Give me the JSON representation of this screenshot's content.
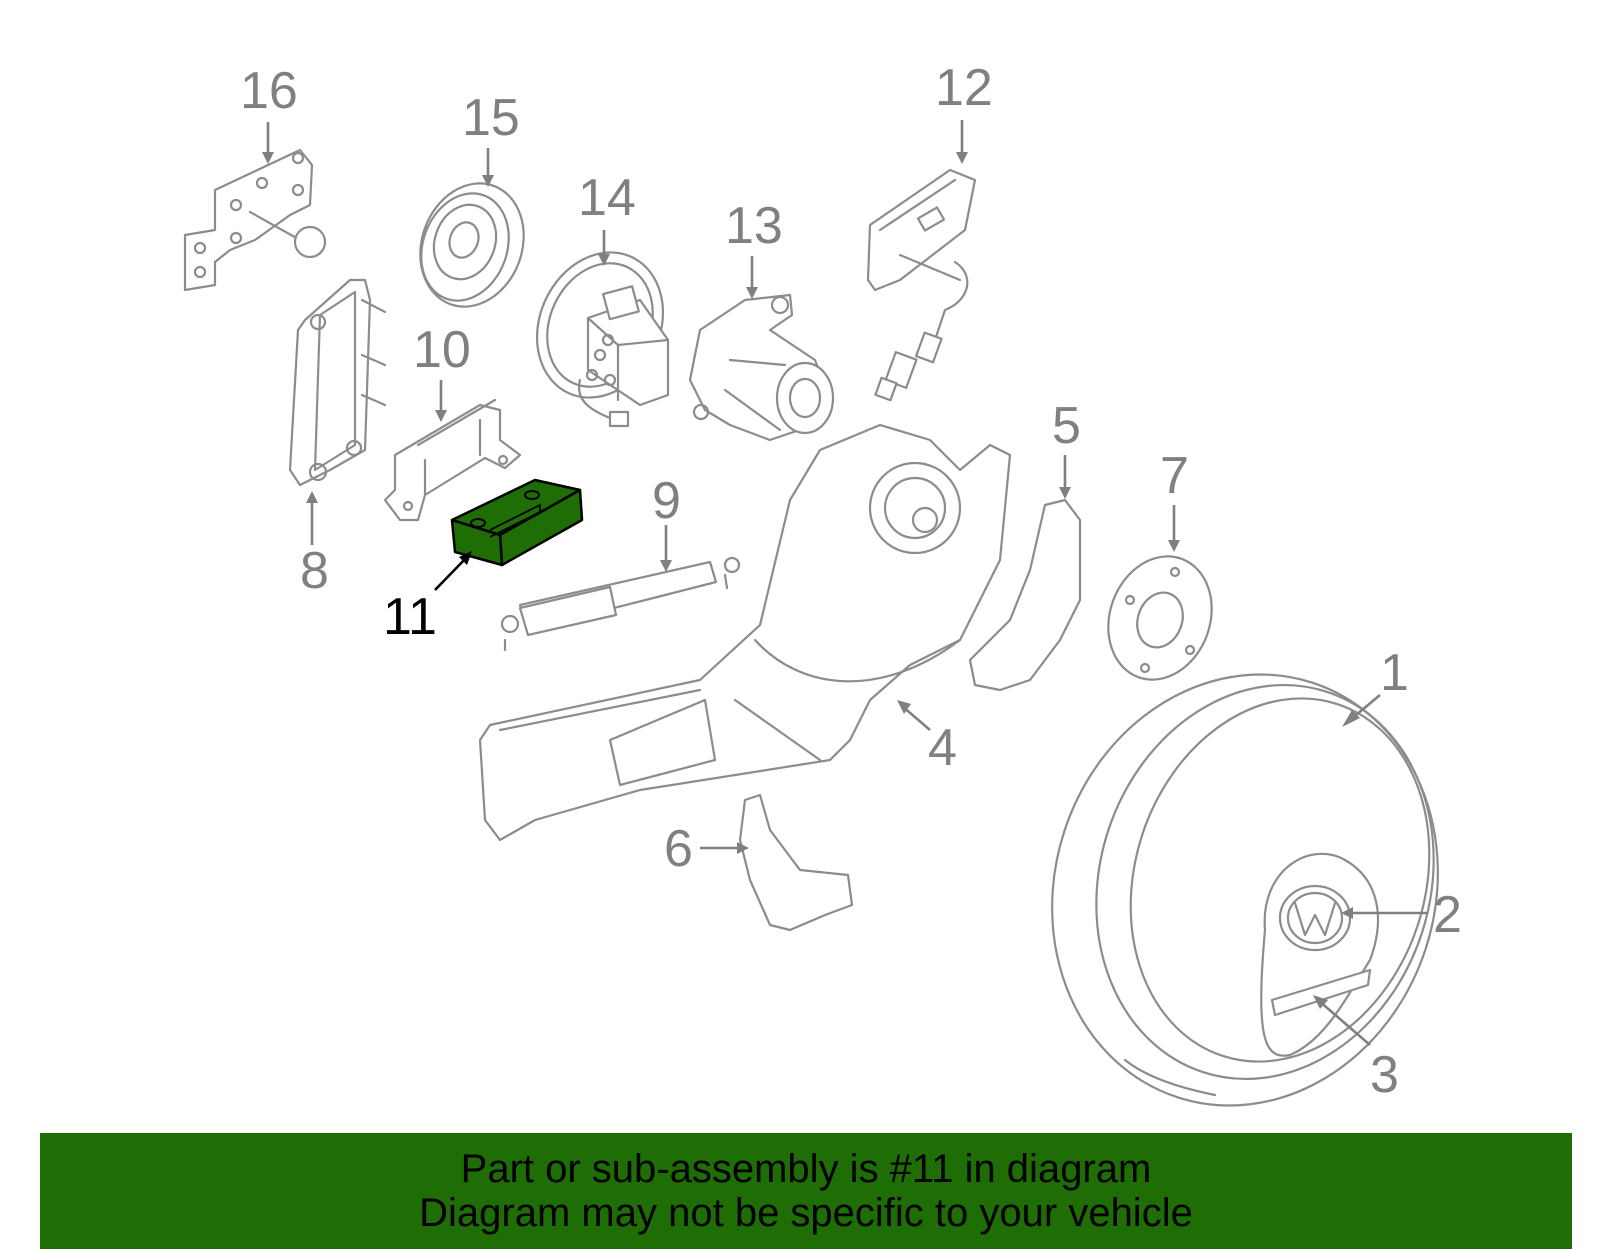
{
  "diagram": {
    "highlighted_part": "11",
    "highlight_color": "#1f6d05",
    "line_color": "#8c8c8c",
    "callouts": [
      {
        "id": "c1",
        "label": "1"
      },
      {
        "id": "c2",
        "label": "2"
      },
      {
        "id": "c3",
        "label": "3"
      },
      {
        "id": "c4",
        "label": "4"
      },
      {
        "id": "c5",
        "label": "5"
      },
      {
        "id": "c6",
        "label": "6"
      },
      {
        "id": "c7",
        "label": "7"
      },
      {
        "id": "c8",
        "label": "8"
      },
      {
        "id": "c9",
        "label": "9"
      },
      {
        "id": "c10",
        "label": "10"
      },
      {
        "id": "c11",
        "label": "11"
      },
      {
        "id": "c12",
        "label": "12"
      },
      {
        "id": "c13",
        "label": "13"
      },
      {
        "id": "c14",
        "label": "14"
      },
      {
        "id": "c15",
        "label": "15"
      },
      {
        "id": "c16",
        "label": "16"
      }
    ]
  },
  "banner": {
    "line1": "Part or sub-assembly is #11 in diagram",
    "line2": "Diagram may not be specific to your vehicle",
    "background": "#1f6d05"
  }
}
